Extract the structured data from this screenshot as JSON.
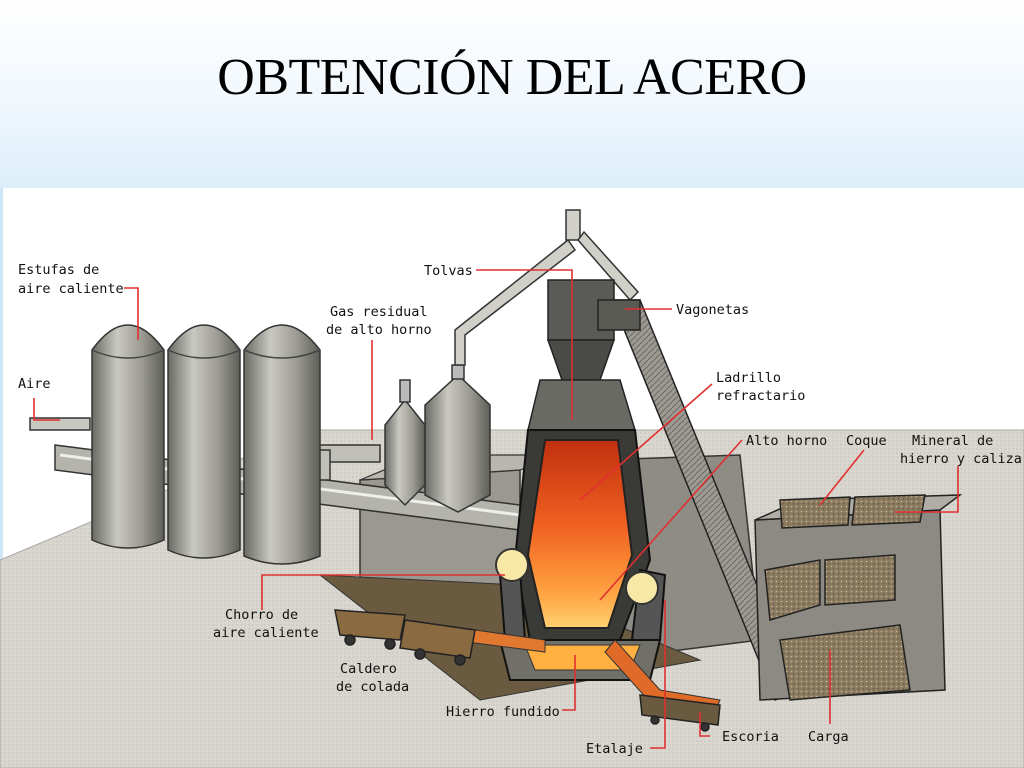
{
  "slide": {
    "title": "OBTENCIÓN DEL ACERO"
  },
  "labels": {
    "estufas_l1": "Estufas de",
    "estufas_l2": "aire caliente",
    "aire": "Aire",
    "gas_l1": "Gas residual",
    "gas_l2": "de alto horno",
    "tolvas": "Tolvas",
    "vagonetas": "Vagonetas",
    "ladrillo_l1": "Ladrillo",
    "ladrillo_l2": "refractario",
    "alto_horno": "Alto horno",
    "coque": "Coque",
    "mineral_l1": "Mineral de",
    "mineral_l2": "hierro y caliza",
    "chorro_l1": "Chorro de",
    "chorro_l2": "aire caliente",
    "caldero_l1": "Caldero",
    "caldero_l2": "de colada",
    "hierro": "Hierro fundido",
    "escoria": "Escoria",
    "carga": "Carga",
    "etalaje": "Etalaje"
  },
  "colors": {
    "leader": "#e03030",
    "metal": "#8c8c84",
    "flame": "#f06020",
    "base": "#e4e2dc"
  }
}
